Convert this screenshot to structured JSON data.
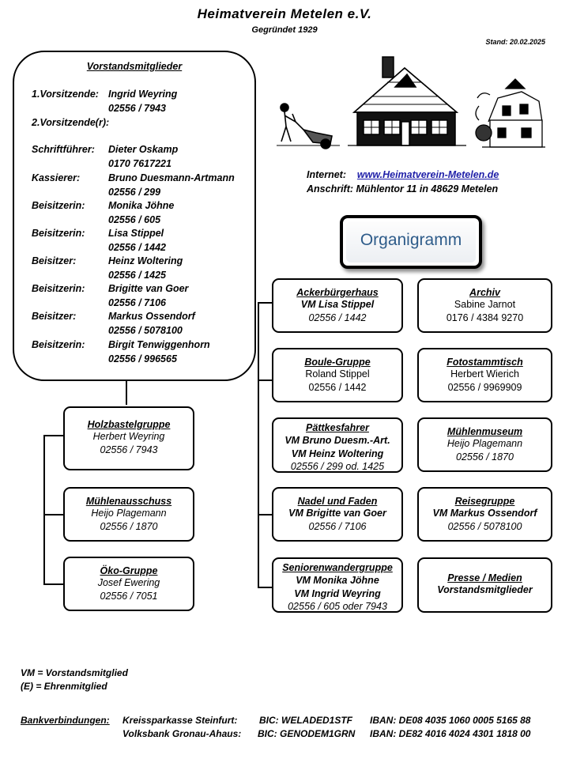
{
  "header": {
    "title": "Heimatverein  Metelen e.V.",
    "subtitle": "Gegründet 1929",
    "stand": "Stand: 20.02.2025"
  },
  "vorstand": {
    "heading": "Vorstandsmitglieder",
    "rows": [
      {
        "role": "1.Vorsitzende:",
        "name": "Ingrid Weyring",
        "phone": "02556  / 7943"
      },
      {
        "role": "2.Vorsitzende(r):",
        "name": "",
        "phone": ""
      },
      {
        "role": "Schriftführer:",
        "name": "Dieter Oskamp",
        "phone": "0170  7617221"
      },
      {
        "role": "Kassierer:",
        "name": "Bruno Duesmann-Artmann",
        "phone": "02556  / 299"
      },
      {
        "role": "Beisitzerin:",
        "name": "Monika Jöhne",
        "phone": "02556  /  605"
      },
      {
        "role": "Beisitzerin:",
        "name": "Lisa Stippel",
        "phone": "02556  / 1442"
      },
      {
        "role": "Beisitzer:",
        "name": "Heinz Woltering",
        "phone": "02556  / 1425"
      },
      {
        "role": "Beisitzerin:",
        "name": "Brigitte van Goer",
        "phone": "02556  / 7106"
      },
      {
        "role": "Beisitzer:",
        "name": "Markus Ossendorf",
        "phone": "02556  / 5078100"
      },
      {
        "role": "Beisitzerin:",
        "name": "Birgit Tenwiggenhorn",
        "phone": "02556  / 996565"
      }
    ]
  },
  "contact": {
    "internet_label": "Internet:",
    "internet_url": "www.Heimatverein-Metelen.de",
    "anschrift_label": "Anschrift:",
    "anschrift": "Mühlentor 11  in 48629  Metelen"
  },
  "organigramm": "Organigramm",
  "left_groups": [
    {
      "title": "Holzbastelgruppe",
      "name": "Herbert Weyring",
      "phone": "02556  / 7943"
    },
    {
      "title": "Mühlenausschuss",
      "name": "Heijo Plagemann",
      "phone": "02556  / 1870"
    },
    {
      "title": "Öko-Gruppe",
      "name": "Josef Ewering",
      "phone": "02556  / 7051"
    }
  ],
  "mid_groups": [
    {
      "title": "Ackerbürgerhaus",
      "lines": [
        "VM Lisa Stippel",
        "02556  / 1442"
      ]
    },
    {
      "title": "Boule-Gruppe",
      "lines": [
        "Roland Stippel",
        "02556  / 1442"
      ]
    },
    {
      "title": "Pättkesfahrer",
      "lines": [
        "VM Bruno Duesm.-Art.",
        "VM Heinz Woltering",
        "02556  / 299 od. 1425"
      ]
    },
    {
      "title": "Nadel und Faden",
      "lines": [
        "VM Brigitte van Goer",
        "02556  / 7106"
      ]
    },
    {
      "title": "Seniorenwandergruppe",
      "lines": [
        "VM Monika Jöhne",
        "VM Ingrid Weyring",
        "02556  / 605 oder 7943"
      ]
    }
  ],
  "right_groups": [
    {
      "title": "Archiv",
      "lines": [
        "Sabine Jarnot",
        "0176 / 4384  9270"
      ]
    },
    {
      "title": "Fotostammtisch",
      "lines": [
        "Herbert Wierich",
        "02556  / 9969909"
      ]
    },
    {
      "title": "Mühlenmuseum",
      "lines": [
        "Heijo Plagemann",
        "02556  / 1870"
      ]
    },
    {
      "title": "Reisegruppe",
      "lines": [
        "VM Markus Ossendorf",
        "02556  / 5078100"
      ]
    },
    {
      "title": "Presse / Medien",
      "lines": [
        "Vorstandsmitglieder"
      ]
    }
  ],
  "legend": {
    "vm": "VM = Vorstandsmitglied",
    "e": " (E)  = Ehrenmitglied"
  },
  "bank": {
    "label": "Bankverbindungen:",
    "rows": [
      {
        "bank": "Kreissparkasse Steinfurt:",
        "bic": "BIC:  WELADED1STF",
        "iban": "IBAN: DE08  4035  1060  0005  5165  88"
      },
      {
        "bank": "Volksbank Gronau-Ahaus:",
        "bic": "BIC: GENODEM1GRN",
        "iban": "IBAN: DE82  4016  4024  4301  1818  00"
      }
    ]
  }
}
